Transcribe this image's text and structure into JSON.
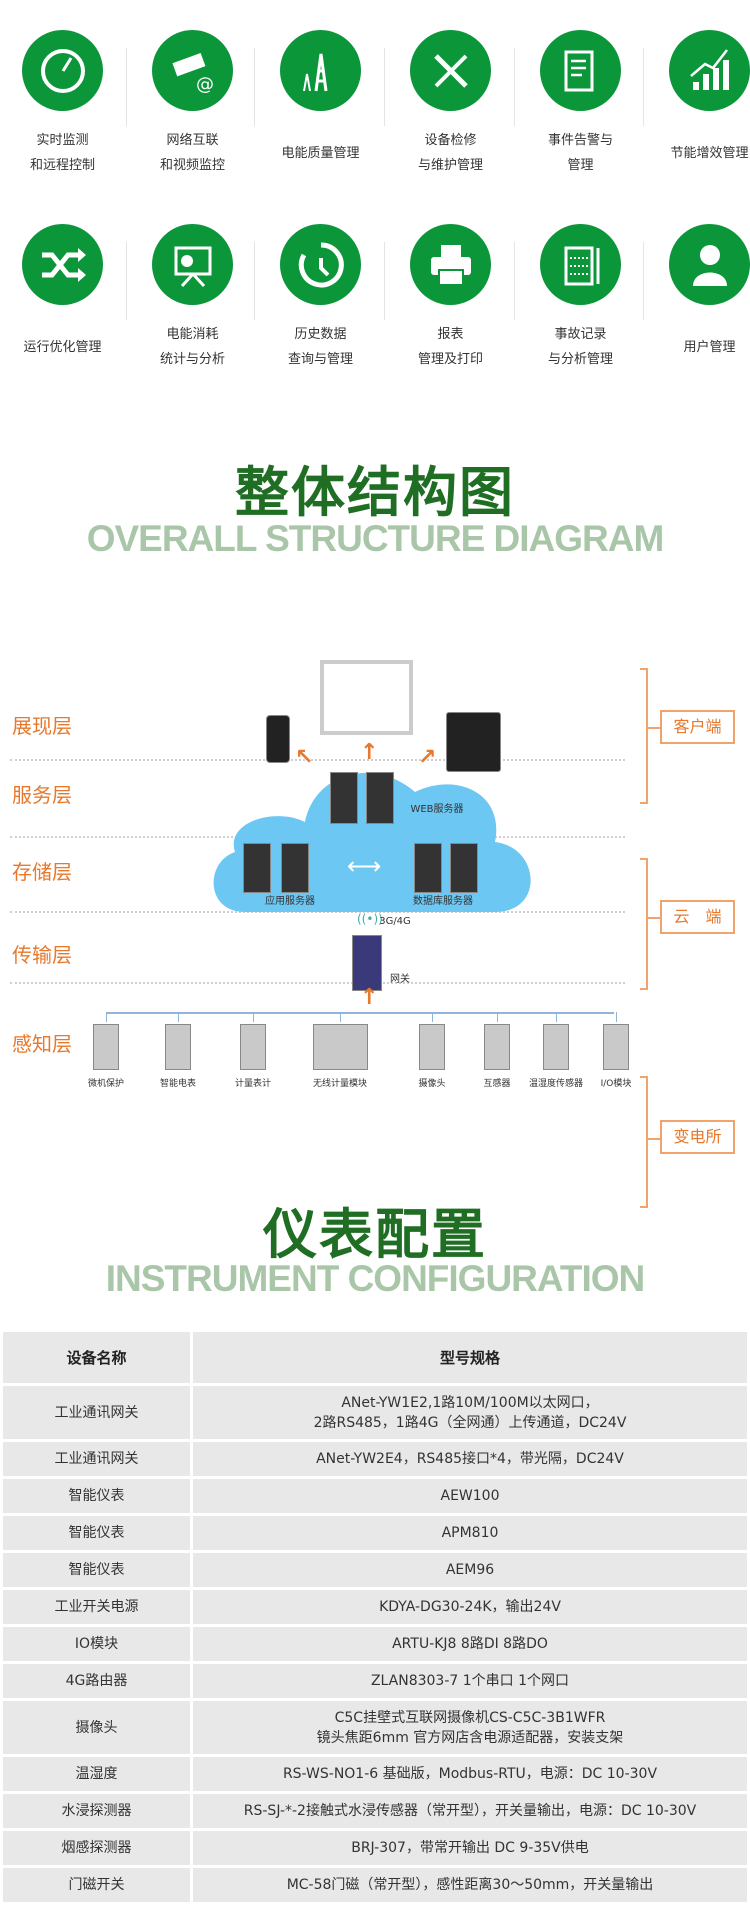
{
  "features": [
    {
      "icon": "gauge-icon",
      "lines": [
        "实时监测",
        "和远程控制"
      ]
    },
    {
      "icon": "camera-icon",
      "lines": [
        "网络互联",
        "和视频监控"
      ]
    },
    {
      "icon": "tower-icon",
      "lines": [
        "电能质量管理"
      ]
    },
    {
      "icon": "tools-icon",
      "lines": [
        "设备检修",
        "与维护管理"
      ]
    },
    {
      "icon": "alarm-document-icon",
      "lines": [
        "事件告警与",
        "管理"
      ]
    },
    {
      "icon": "growth-chart-icon",
      "lines": [
        "节能增效管理"
      ]
    },
    {
      "icon": "shuffle-icon",
      "lines": [
        "运行优化管理"
      ]
    },
    {
      "icon": "presentation-icon",
      "lines": [
        "电能消耗",
        "统计与分析"
      ]
    },
    {
      "icon": "history-icon",
      "lines": [
        "历史数据",
        "查询与管理"
      ]
    },
    {
      "icon": "printer-icon",
      "lines": [
        "报表",
        "管理及打印"
      ]
    },
    {
      "icon": "clipboard-icon",
      "lines": [
        "事故记录",
        "与分析管理"
      ]
    },
    {
      "icon": "user-icon",
      "lines": [
        "用户管理"
      ]
    }
  ],
  "structure": {
    "title": "整体结构图",
    "subtitle": "OVERALL STRUCTURE DIAGRAM",
    "layers": [
      "展现层",
      "服务层",
      "存储层",
      "传输层",
      "感知层"
    ],
    "groups": [
      "客户端",
      "云　端",
      "变电所"
    ],
    "labels": {
      "web": "WEB服务器",
      "app": "应用服务器",
      "db": "数据库服务器",
      "net": "3G/4G",
      "gateway": "网关"
    },
    "devices": [
      "微机保护",
      "智能电表",
      "计量表计",
      "无线计量模块",
      "摄像头",
      "互感器",
      "温湿度传感器",
      "I/O模块"
    ]
  },
  "config": {
    "title": "仪表配置",
    "subtitle": "INSTRUMENT CONFIGURATION",
    "headers": [
      "设备名称",
      "型号规格"
    ],
    "rows": [
      [
        "工业通讯网关",
        "ANet-YW1E2,1路10M/100M以太网口，",
        "2路RS485，1路4G（全网通）上传通道，DC24V"
      ],
      [
        "工业通讯网关",
        "ANet-YW2E4，RS485接口*4，带光隔，DC24V",
        ""
      ],
      [
        "智能仪表",
        "AEW100",
        ""
      ],
      [
        "智能仪表",
        "APM810",
        ""
      ],
      [
        "智能仪表",
        "AEM96",
        ""
      ],
      [
        "工业开关电源",
        "KDYA-DG30-24K，输出24V",
        ""
      ],
      [
        "IO模块",
        "ARTU-KJ8 8路DI 8路DO",
        ""
      ],
      [
        "4G路由器",
        "ZLAN8303-7 1个串口 1个网口",
        ""
      ],
      [
        "摄像头",
        "C5C挂壁式互联网摄像机CS-C5C-3B1WFR",
        "镜头焦距6mm 官方网店含电源适配器，安装支架"
      ],
      [
        "温湿度",
        "RS-WS-NO1-6 基础版，Modbus-RTU，电源：DC 10-30V",
        ""
      ],
      [
        "水浸探测器",
        "RS-SJ-*-2接触式水浸传感器（常开型），开关量输出，电源：DC 10-30V",
        ""
      ],
      [
        "烟感探测器",
        "BRJ-307，带常开输出 DC 9-35V供电",
        ""
      ],
      [
        "门磁开关",
        "MC-58门磁（常开型），感性距离30～50mm，开关量输出",
        ""
      ]
    ]
  }
}
